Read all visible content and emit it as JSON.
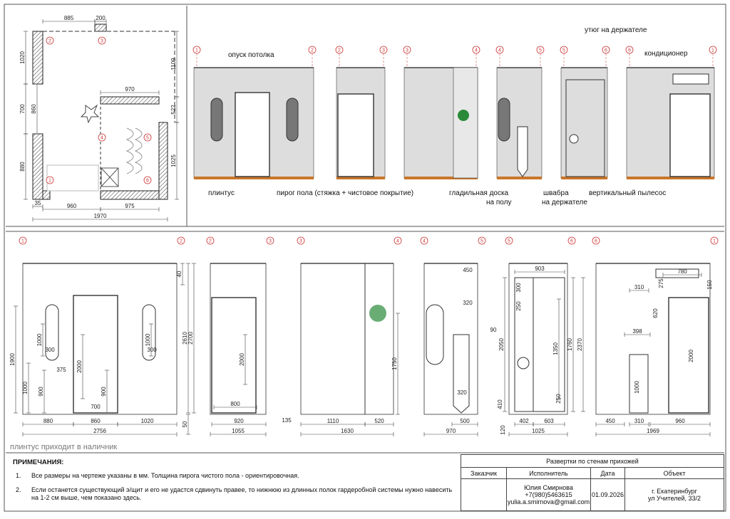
{
  "plan": {
    "dims_top": [
      "885",
      "200"
    ],
    "dims_left": [
      "1020",
      "700",
      "880",
      "860"
    ],
    "dims_right": [
      "1109",
      "522",
      "1025"
    ],
    "dims_inner": [
      "970"
    ],
    "dims_bottom": [
      "35",
      "960",
      "975",
      "1970"
    ],
    "axes": [
      "1",
      "2",
      "3",
      "4",
      "5",
      "6"
    ]
  },
  "elev_top": {
    "labels": {
      "ceiling": "опуск потолка",
      "skirting": "плинтус",
      "floor": "пирог пола (стяжка + чистовое покрытие)",
      "ironing_board_1": "гладильная доска",
      "ironing_board_2": "на полу",
      "mop_1": "швабра",
      "mop_2": "на держателе",
      "vacuum": "вертикальный пылесос",
      "iron": "утюг на держателе",
      "ac": "кондиционер"
    },
    "axis_pairs": [
      [
        "1",
        "2"
      ],
      [
        "2",
        "3"
      ],
      [
        "3",
        "4"
      ],
      [
        "4",
        "5"
      ],
      [
        "5",
        "6"
      ],
      [
        "6",
        "1"
      ]
    ]
  },
  "elev_bottom": {
    "axis_pairs": [
      [
        "1",
        "2"
      ],
      [
        "2",
        "3"
      ],
      [
        "3",
        "4"
      ],
      [
        "4",
        "5"
      ],
      [
        "5",
        "6"
      ],
      [
        "6",
        "1"
      ]
    ],
    "e1": {
      "vdims": [
        "1900",
        "1000",
        "1000",
        "900"
      ],
      "small": [
        "300",
        "375",
        "300"
      ],
      "door": "2000",
      "mirror": [
        "1000",
        "1000"
      ],
      "h": [
        "900",
        "700"
      ],
      "right": [
        "40",
        "2610",
        "2700",
        "50"
      ],
      "bottom": [
        "880",
        "860",
        "1020",
        "2756"
      ],
      "note": "плинтус приходит в наличник"
    },
    "e2": {
      "door": "2000",
      "w": "800",
      "bottom": [
        "920",
        "1055"
      ],
      "extra": "135"
    },
    "e3": {
      "h": "1750",
      "bottom": [
        "1110",
        "520",
        "1630"
      ]
    },
    "e4": {
      "dims": [
        "450",
        "320",
        "90",
        "320",
        "500",
        "970"
      ]
    },
    "e5": {
      "dims": [
        "903",
        "300",
        "250",
        "2050",
        "1350",
        "1760",
        "2370",
        "410",
        "250",
        "120",
        "402",
        "603",
        "1025"
      ]
    },
    "e6": {
      "dims": [
        "780",
        "275",
        "150",
        "310",
        "620",
        "398",
        "1000",
        "2000",
        "450",
        "310",
        "960",
        "1969"
      ]
    }
  },
  "notes": {
    "title": "ПРИМЕЧАНИЯ:",
    "items": [
      {
        "num": "1.",
        "text": "Все размеры на чертеже указаны в мм. Толщина пирога чистого пола - ориентировочная."
      },
      {
        "num": "2.",
        "text": "Если останется существующий э/щит и его не удастся сдвинуть правее, то нижнюю из длинных полок гардеробной системы нужно навесить на 1-2 см выше, чем показано здесь."
      }
    ]
  },
  "title_block": {
    "sheet_title": "Развертки по стенам прихожей",
    "headers": [
      "Заказчик",
      "Исполнитель",
      "Дата",
      "Объект"
    ],
    "performer": [
      "Юлия Смирнова",
      "+7(980)5463615",
      "yulia.a.smirnova@gmail.com"
    ],
    "date": "01.09.2026",
    "object": [
      "г. Екатеринбург",
      "ул Учителей, 33/2"
    ]
  }
}
